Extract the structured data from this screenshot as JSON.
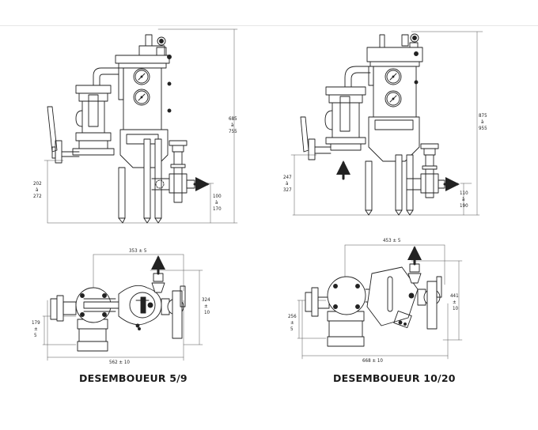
{
  "captions": {
    "left": "DESEMBOUEUR 5/9",
    "right": "DESEMBOUEUR 10/20"
  },
  "left_side": {
    "height_a": "685",
    "height_sep": "à",
    "height_b": "755",
    "inlet_a": "202",
    "inlet_sep": "à",
    "inlet_b": "272",
    "outlet_a": "100",
    "outlet_sep": "à",
    "outlet_b": "170"
  },
  "right_side": {
    "height_a": "875",
    "height_sep": "à",
    "height_b": "955",
    "inlet_a": "247",
    "inlet_sep": "à",
    "inlet_b": "327",
    "outlet_a": "110",
    "outlet_sep": "à",
    "outlet_b": "190"
  },
  "left_top": {
    "span_top": "353 ± 5",
    "span_bottom": "562 ± 10",
    "depth_a": "324",
    "depth_sep": "±",
    "depth_b": "10",
    "offset_a": "179",
    "offset_sep": "±",
    "offset_b": "5"
  },
  "right_top": {
    "span_top": "453 ± 5",
    "span_bottom": "668 ± 10",
    "depth_a": "441",
    "depth_sep": "±",
    "depth_b": "10",
    "offset_a": "256",
    "offset_sep": "±",
    "offset_b": "5"
  }
}
